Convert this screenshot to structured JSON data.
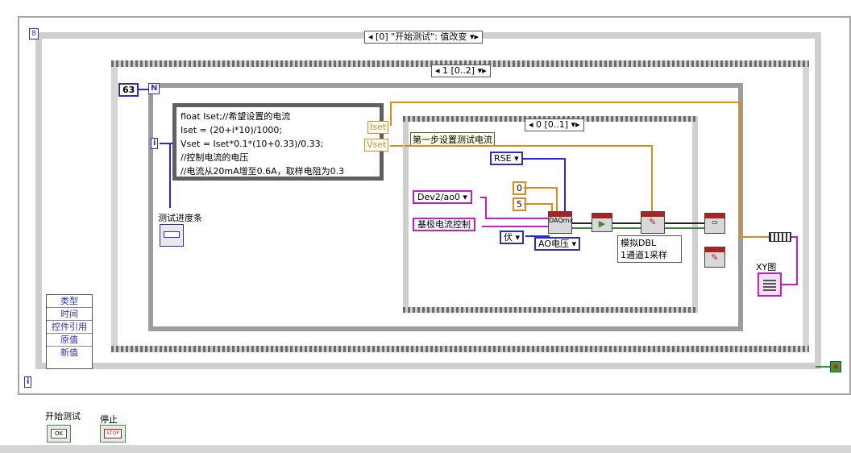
{
  "event_case_selector": "[0] \"开始测试\": 值改变",
  "outer_sequence_selector": "1 [0..2]",
  "inner_sequence_selector": "0 [0..1]",
  "loop_count": "63",
  "loop_n": "N",
  "loop_i": "i",
  "event_i": "i",
  "event_structure_icon": "8",
  "formula_lines": [
    "float Iset;//希望设置的电流",
    "Iset = (20+i*10)/1000;",
    "Vset = Iset*0.1*(10+0.33)/0.33;",
    "//控制电流的电压",
    "//电流从20mA增至0.6A，取样电阻为0.3"
  ],
  "formula_outputs": [
    "Iset",
    "Vset"
  ],
  "progress_label": "测试进度条",
  "step_label": "第一步设置测试电流",
  "rse_const": "RSE",
  "zero_const": "0",
  "five_const": "5",
  "channel_const": "Dev2/ao0",
  "base_current_label": "基极电流控制",
  "volt_const": "伏",
  "ao_voltage": "AO电压",
  "analog_dbl": [
    "模拟DBL",
    "1通道1采样"
  ],
  "xy_label": "XY图",
  "event_data_fields": [
    "类型",
    "时间",
    "控件引用",
    "原值",
    "新值"
  ],
  "start_button_label": "开始测试",
  "stop_button_label": "停止",
  "ok_text": "OK",
  "stop_text": "STOP",
  "daq_tag": "DAQmx",
  "colors": {
    "orange_wire": "#e08a1a",
    "blue_wire": "#2a2adb",
    "magenta_wire": "#c020c0",
    "frame_gray": "#cfcfcf"
  }
}
